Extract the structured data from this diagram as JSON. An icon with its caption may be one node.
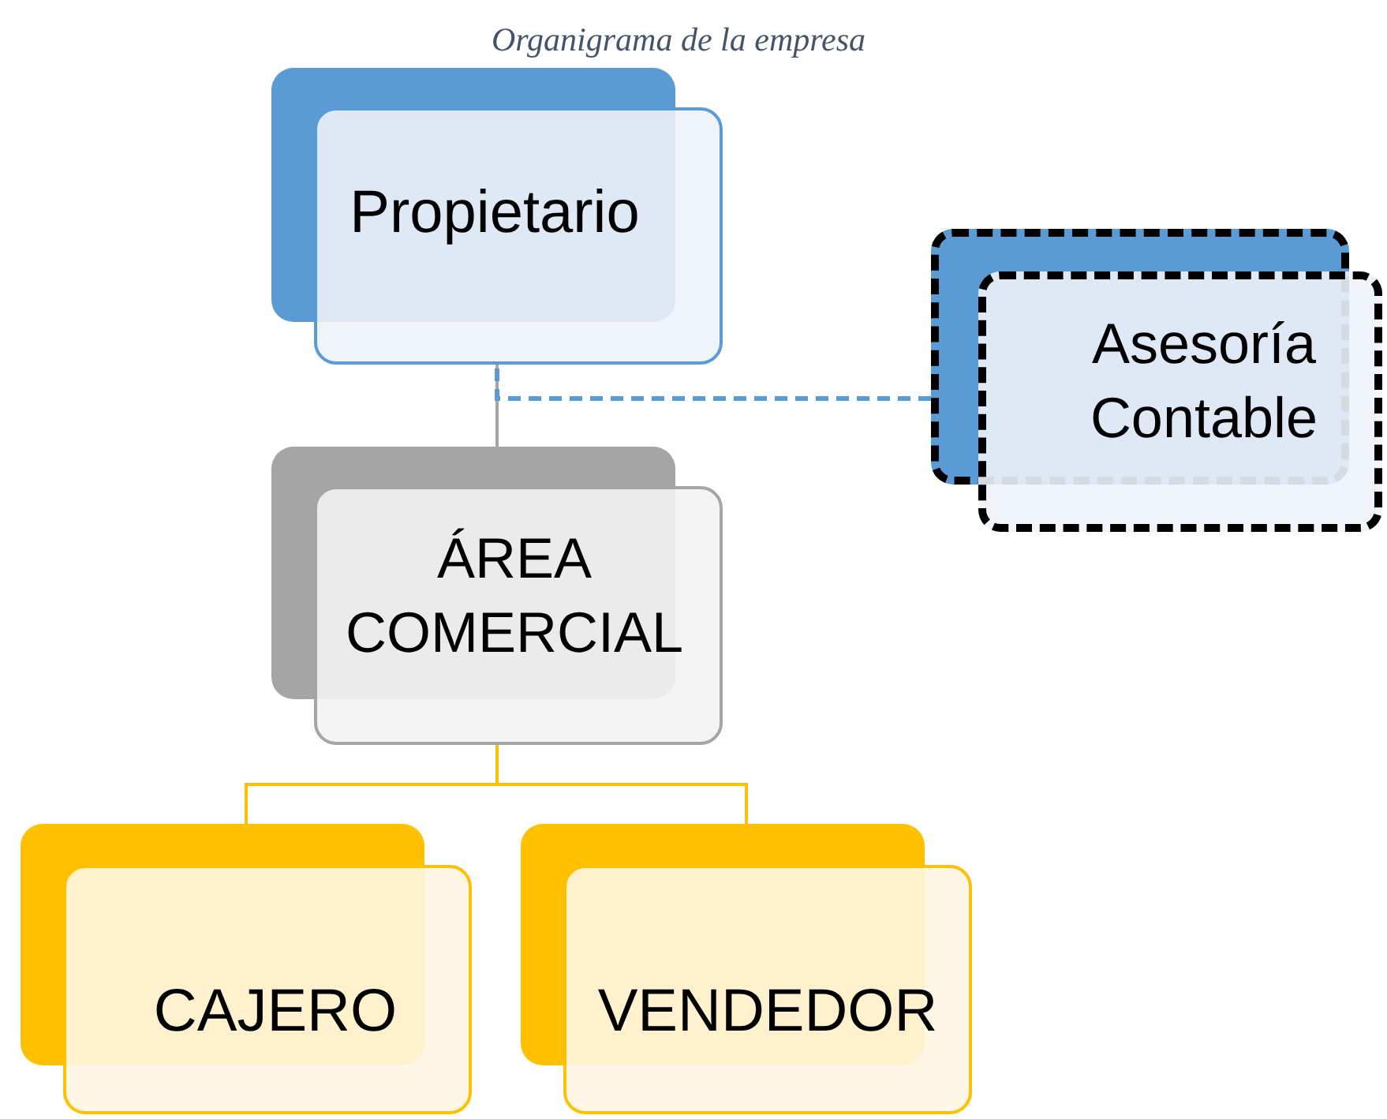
{
  "diagram": {
    "title": "Organigrama de la empresa",
    "nodes": [
      {
        "text": [
          "Propietario"
        ]
      },
      {
        "text": [
          "Asesoría Contable"
        ]
      },
      {
        "text": [
          "ÁREA COMERCIAL"
        ]
      },
      {
        "text": [
          "CAJERO"
        ]
      },
      {
        "text": [
          "VENDEDOR"
        ]
      }
    ],
    "edges": [
      {
        "from": 0,
        "to": 2,
        "arrow": "none",
        "color": "#a5a5a5"
      },
      {
        "from": 1,
        "to": 0,
        "arrow": "none",
        "style": "dashed",
        "color": "#5b9bd5"
      },
      {
        "from": 2,
        "to": 3,
        "arrow": "none"
      },
      {
        "from": 2,
        "to": 4,
        "arrow": "none"
      }
    ]
  }
}
